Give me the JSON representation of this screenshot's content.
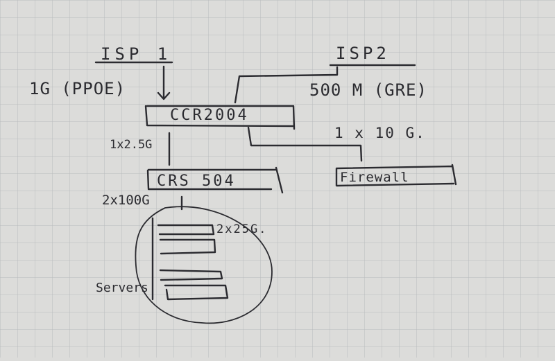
{
  "paper": {
    "background": "#dcdcda",
    "grid_color": "#b9bbbd",
    "ink_color": "#2b2b30"
  },
  "labels": {
    "isp1": "ISP 1",
    "isp1_link": "1G (PPOE)",
    "isp2": "ISP2",
    "isp2_link": "500 M (GRE)",
    "router": "CCR2004",
    "router_to_switch": "1x2.5G",
    "router_to_firewall": "1 x 10 G.",
    "switch": "CRS 504",
    "switch_uplinks": "2x100G",
    "firewall": "Firewall",
    "server_links": "2x25G.",
    "servers": "Servers"
  }
}
